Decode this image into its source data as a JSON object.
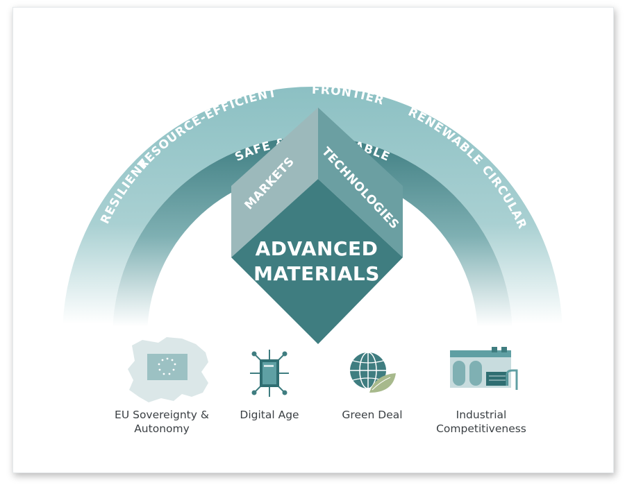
{
  "arc": {
    "outer_words": [
      "RESILIENT",
      "RESOURCE-EFFICIENT",
      "FRONTIER",
      "RENEWABLE",
      "CIRCULAR"
    ],
    "inner_words": [
      "SAFE & SUSTAINABLE"
    ]
  },
  "cube": {
    "left_face": "MARKETS",
    "right_face": "TECHNOLOGIES",
    "center_line1": "ADVANCED",
    "center_line2": "MATERIALS"
  },
  "pillars": [
    {
      "label": "EU Sovereignty &\nAutonomy",
      "icon": "eu-map-icon"
    },
    {
      "label": "Digital Age",
      "icon": "microchip-icon"
    },
    {
      "label": "Green Deal",
      "icon": "globe-leaf-icon"
    },
    {
      "label": "Industrial\nCompetitiveness",
      "icon": "factory-icon"
    }
  ],
  "colors": {
    "teal_light": "#8dc1c4",
    "teal_mid": "#5f9fa3",
    "teal_dark": "#3f7e82",
    "cube_top_left": "#9cb9bb",
    "cube_top_right": "#6b9fa2",
    "cube_bottom": "#3f7d80"
  }
}
